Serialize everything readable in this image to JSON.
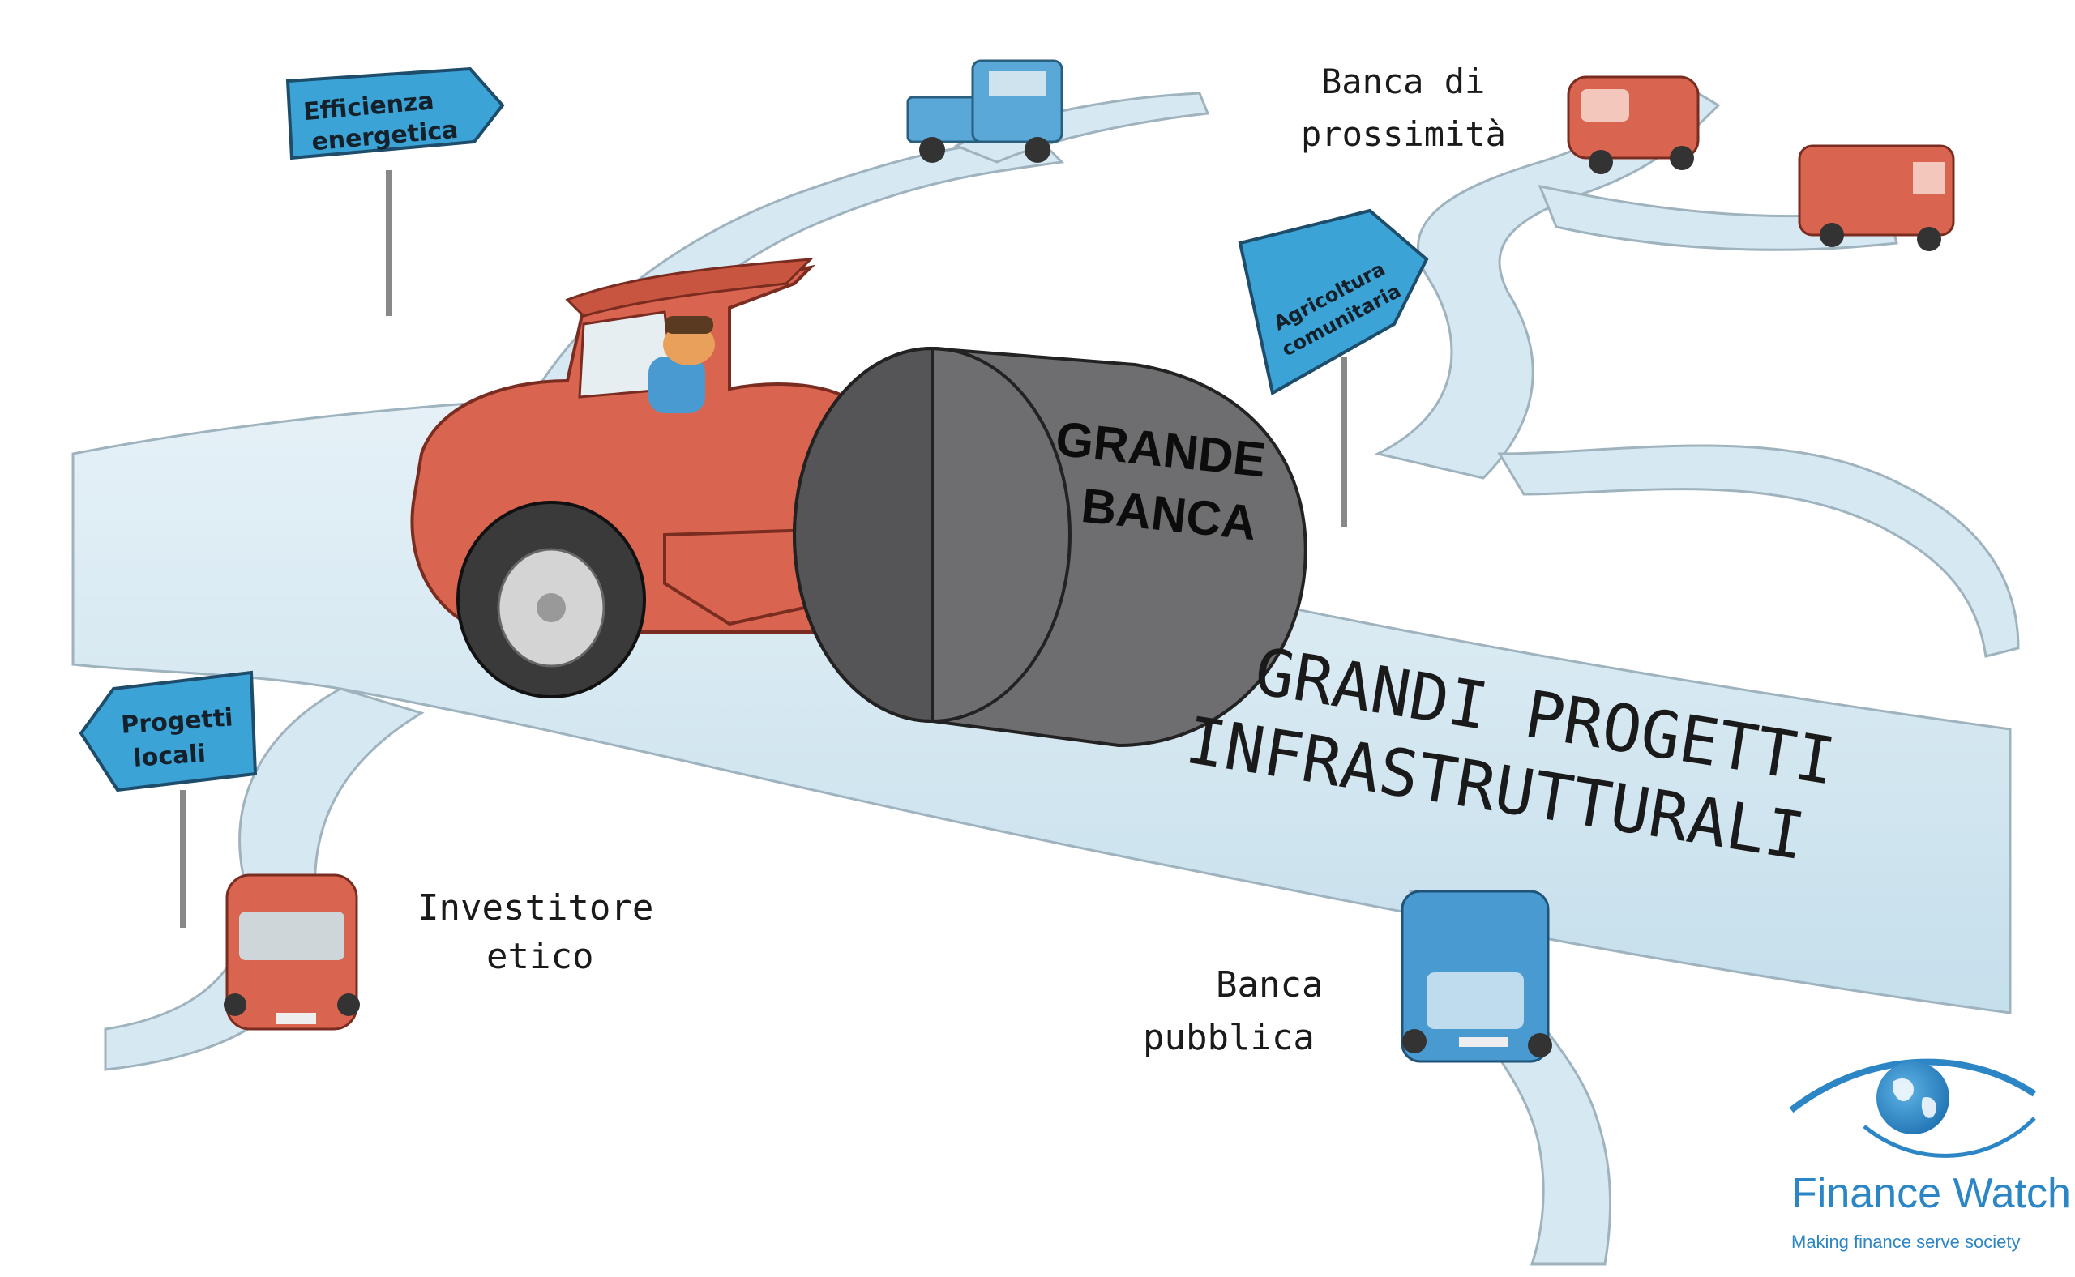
{
  "labels": {
    "drum_line1": "GRANDE",
    "drum_line2": "BANCA",
    "highway_line1": "GRANDI PROGETTI",
    "highway_line2": "INFRASTRUTTURALI",
    "prossimita_line1": "Banca di",
    "prossimita_line2": "prossimità",
    "investitore_line1": "Investitore",
    "investitore_line2": "etico",
    "pubblica_line1": "Banca",
    "pubblica_line2": "pubblica"
  },
  "signs": {
    "efficienza_line1": "Efficienza",
    "efficienza_line2": "energetica",
    "agricoltura_line1": "Agricoltura",
    "agricoltura_line2": "comunitaria",
    "progetti_line1": "Progetti",
    "progetti_line2": "locali"
  },
  "logo": {
    "name": "Finance Watch",
    "tagline": "Making finance serve society"
  },
  "colors": {
    "road": "#cfe3ee",
    "sign_blue": "#3ba3d6",
    "vehicle_red": "#d9644f",
    "drum_gray": "#6e6e70",
    "brand_blue": "#2c86c6"
  }
}
